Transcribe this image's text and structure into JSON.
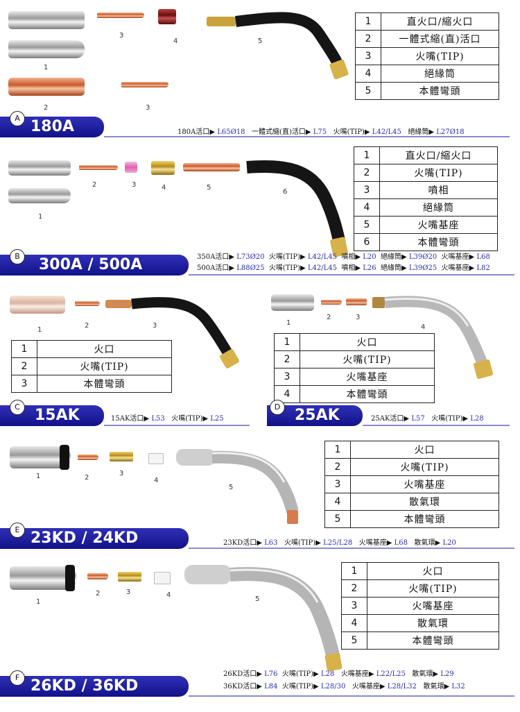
{
  "sections": [
    {
      "id": "A",
      "title": "180A",
      "part_numbers": [
        "1",
        "2",
        "3",
        "4",
        "5"
      ],
      "table": [
        "直火口/縮火口",
        "一體式縮(直)活口",
        "火嘴(TIP)",
        "絕緣筒",
        "本體彎頭"
      ],
      "specs": [
        [
          {
            "label": "180A活口",
            "value": "L65Ø18"
          },
          {
            "label": "一體式縮(直)活口",
            "value": "L75"
          },
          {
            "label": "火嘴(TIP)",
            "value": "L42/L45"
          },
          {
            "label": "絕緣筒",
            "value": "L27Ø18"
          }
        ]
      ]
    },
    {
      "id": "B",
      "title": "300A  /  500A",
      "part_numbers": [
        "1",
        "2",
        "3",
        "4",
        "5",
        "6"
      ],
      "table": [
        "直火口/縮火口",
        "火嘴(TIP)",
        "噴相",
        "絕緣筒",
        "火嘴基座",
        "本體彎頭"
      ],
      "specs": [
        [
          {
            "label": "350A活口",
            "value": "L73Ø20"
          },
          {
            "label": "火嘴(TIP)",
            "value": "L42/L45"
          },
          {
            "label": "噴相",
            "value": "L20"
          },
          {
            "label": "絕緣筒",
            "value": "L39Ø20"
          },
          {
            "label": "火嘴基座",
            "value": "L68"
          }
        ],
        [
          {
            "label": "500A活口",
            "value": "L88Ø25"
          },
          {
            "label": "火嘴(TIP)",
            "value": "L42/L45"
          },
          {
            "label": "噴相",
            "value": "L26"
          },
          {
            "label": "絕緣筒",
            "value": "L39Ø25"
          },
          {
            "label": "火嘴基座",
            "value": "L82"
          }
        ]
      ]
    },
    {
      "id": "C",
      "title": "15AK",
      "part_numbers": [
        "1",
        "2",
        "3"
      ],
      "table": [
        "火口",
        "火嘴(TIP)",
        "本體彎頭"
      ],
      "specs": [
        [
          {
            "label": "15AK活口",
            "value": "L53"
          },
          {
            "label": "火嘴(TIP)",
            "value": "L25"
          }
        ]
      ]
    },
    {
      "id": "D",
      "title": "25AK",
      "part_numbers": [
        "1",
        "2",
        "3",
        "4"
      ],
      "table": [
        "火口",
        "火嘴(TIP)",
        "火嘴基座",
        "本體彎頭"
      ],
      "specs": [
        [
          {
            "label": "25AK活口",
            "value": "L57"
          },
          {
            "label": "火嘴(TIP)",
            "value": "L28"
          }
        ]
      ]
    },
    {
      "id": "E",
      "title": "23KD  /  24KD",
      "part_numbers": [
        "1",
        "2",
        "3",
        "4",
        "5"
      ],
      "table": [
        "火口",
        "火嘴(TIP)",
        "火嘴基座",
        "散氣環",
        "本體彎頭"
      ],
      "specs": [
        [
          {
            "label": "23KD活口",
            "value": "L63"
          },
          {
            "label": "火嘴(TIP)",
            "value": "L25/L28"
          },
          {
            "label": "火嘴基座",
            "value": "L68"
          },
          {
            "label": "散氣環",
            "value": "L20"
          }
        ]
      ]
    },
    {
      "id": "F",
      "title": "26KD  /  36KD",
      "part_numbers": [
        "1",
        "2",
        "3",
        "4",
        "5"
      ],
      "table": [
        "火口",
        "火嘴(TIP)",
        "火嘴基座",
        "散氣環",
        "本體彎頭"
      ],
      "specs": [
        [
          {
            "label": "26KD活口",
            "value": "L76"
          },
          {
            "label": "火嘴(TIP)",
            "value": "L28"
          },
          {
            "label": "火嘴基座",
            "value": "L22/L25"
          },
          {
            "label": "散氣環",
            "value": "L29"
          }
        ],
        [
          {
            "label": "36KD活口",
            "value": "L84"
          },
          {
            "label": "火嘴(TIP)",
            "value": "L28/30"
          },
          {
            "label": "火嘴基座",
            "value": "L28/L32"
          },
          {
            "label": "散氣環",
            "value": "L32"
          }
        ]
      ]
    }
  ],
  "colors": {
    "banner": "#1a1a9a",
    "value_text": "#2a2ab8",
    "divider": "#8a8acf"
  },
  "icons": [
    "arrow-right-icon"
  ]
}
